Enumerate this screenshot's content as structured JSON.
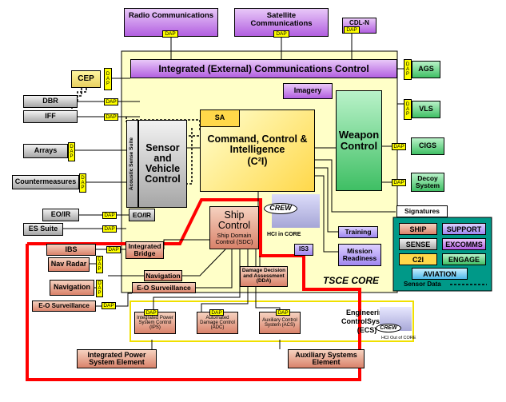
{
  "external": {
    "radio": "Radio Communications",
    "satellite": "Satellite Communications",
    "cdln": "CDL-N",
    "cep": "CEP",
    "dbr": "DBR",
    "iff": "IFF",
    "arrays": "Arrays",
    "countermeasures": "Countermeasures",
    "eoir": "EO/IR",
    "es_suite": "ES Suite",
    "ags": "AGS",
    "vls": "VLS",
    "cigs": "CIGS",
    "decoy": "Decoy System",
    "signatures": "Signatures"
  },
  "core": {
    "comms_control": "Integrated (External) Communications Control",
    "imagery": "Imagery",
    "sa": "SA",
    "c2i_line1": "Command, Control &",
    "c2i_line2": "Intelligence",
    "c2i_abbr": "(C²I)",
    "weapon_control": "Weapon Control",
    "sensor_vehicle": "Sensor and Vehicle Control",
    "acoustic_sense": "Acoustic Sense Suite",
    "eoir_inner": "EO/IR",
    "training": "Training",
    "mission_readiness": "Mission Readiness",
    "is3": "IS3",
    "tsce_core": "TSCE CORE",
    "crew": "CREW",
    "hci_core": "HCI in CORE"
  },
  "ship": {
    "ship_control": "Ship Control",
    "sdc": "Ship Domain Control (SDC)",
    "ibs": "IBS",
    "integrated_bridge": "Integrated Bridge",
    "nav_radar": "Nav Radar",
    "navigation_ext": "Navigation",
    "navigation_int": "Navigation",
    "eo_surv_int": "E-O Surveillance",
    "eo_surv_ext": "E-O Surveillance",
    "damage": "Damage Decision and Assessment (DDA)",
    "ecs_line1": "Engineering",
    "ecs_line2": "ControlSystem",
    "ecs_line3": "(ECS)",
    "ips_ctrl": "Integrated Power System Control (IPS)",
    "adc": "Automated Damage Control (ADC)",
    "acs": "Auxiliary Control System (ACS)",
    "ips_elem": "Integrated Power System Element",
    "aux_elem": "Auxiliary Systems Element",
    "crew_out": "CREW",
    "hci_out": "HCI Out of CORE"
  },
  "dap_label": "DAP",
  "dap_v": [
    "D",
    "A",
    "P"
  ],
  "legend": {
    "ship": "SHIP",
    "support": "SUPPORT",
    "sense": "SENSE",
    "excomms": "EXCOMMS",
    "c2i": "C2I",
    "engage": "ENGAGE",
    "aviation": "AVIATION",
    "sensor_data": "Sensor Data"
  }
}
